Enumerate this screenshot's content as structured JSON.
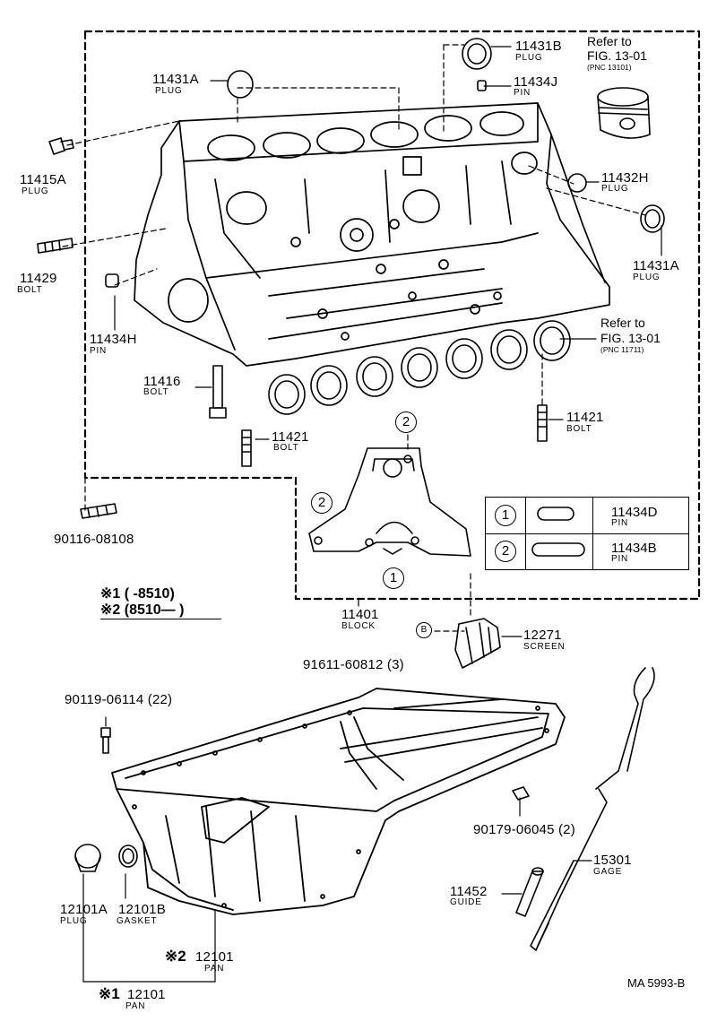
{
  "labels": {
    "plug_11431b": {
      "part": "11431B",
      "desc": "PLUG"
    },
    "pin_11434j": {
      "part": "11434J",
      "desc": "PIN"
    },
    "plug_11431a_top": {
      "part": "11431A",
      "desc": "PLUG"
    },
    "plug_11415a": {
      "part": "11415A",
      "desc": "PLUG"
    },
    "plug_11432h": {
      "part": "11432H",
      "desc": "PLUG"
    },
    "plug_11431a_right": {
      "part": "11431A",
      "desc": "PLUG"
    },
    "bolt_11429": {
      "part": "11429",
      "desc": "BOLT"
    },
    "pin_11434h": {
      "part": "11434H",
      "desc": "PIN"
    },
    "bolt_11416": {
      "part": "11416",
      "desc": "BOLT"
    },
    "bolt_11421_mid": {
      "part": "11421",
      "desc": "BOLT"
    },
    "bolt_11421_right": {
      "part": "11421",
      "desc": "BOLT"
    },
    "stud_90116": {
      "part": "90116-08108"
    },
    "block_11401": {
      "part": "11401",
      "desc": "BLOCK"
    },
    "screen_12271": {
      "part": "12271",
      "desc": "SCREEN"
    },
    "bolt_91611": {
      "part": "91611-60812 (3)"
    },
    "bolt_90119": {
      "part": "90119-06114 (22)"
    },
    "nut_90179": {
      "part": "90179-06045 (2)"
    },
    "gage_15301": {
      "part": "15301",
      "desc": "GAGE"
    },
    "guide_11452": {
      "part": "11452",
      "desc": "GUIDE"
    },
    "plug_12101a": {
      "part": "12101A",
      "desc": "PLUG"
    },
    "gasket_12101b": {
      "part": "12101B",
      "desc": "GASKET"
    },
    "pan_2": {
      "mark": "※2",
      "part": "12101",
      "desc": "PAN"
    },
    "pan_1": {
      "mark": "※1",
      "part": "12101",
      "desc": "PAN"
    }
  },
  "refs": {
    "piston": {
      "line1": "Refer to",
      "line2": "FIG. 13-01",
      "line3": "(PNC 13101)"
    },
    "bearing": {
      "line1": "Refer to",
      "line2": "FIG. 13-01",
      "line3": "(PNC 11711)"
    }
  },
  "legend": {
    "rows": [
      {
        "num": "1",
        "part": "11434D",
        "desc": "PIN"
      },
      {
        "num": "2",
        "part": "11434B",
        "desc": "PIN"
      }
    ]
  },
  "callouts": {
    "one": "1",
    "two": "2",
    "b": "B"
  },
  "notes": {
    "note1": "※1 (      -8510)",
    "note2": "※2 (8510—       )"
  },
  "footer": {
    "code": "MA  5993-B"
  }
}
